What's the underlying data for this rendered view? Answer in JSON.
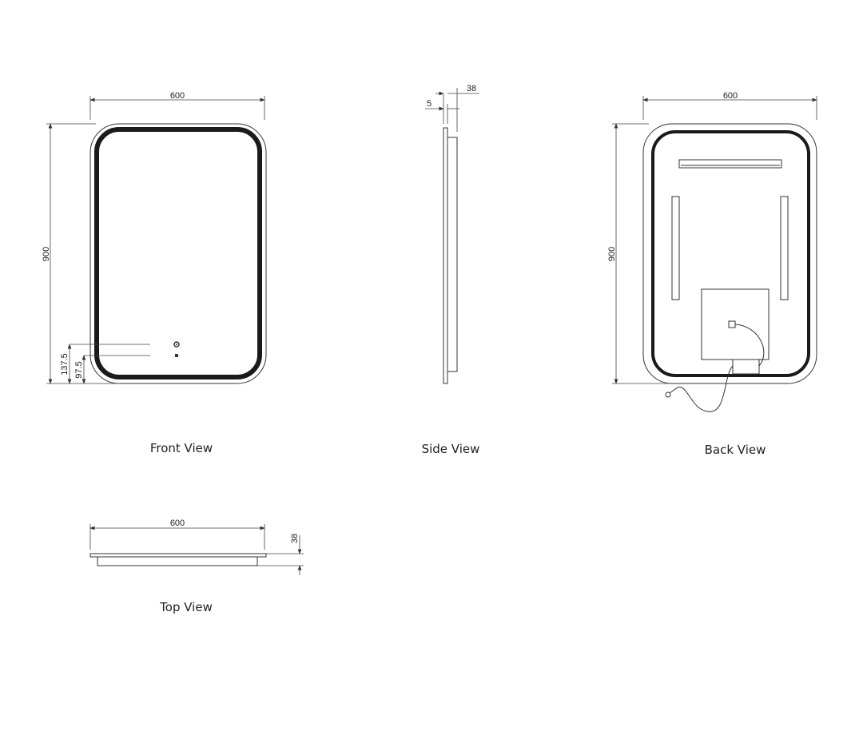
{
  "views": {
    "front": {
      "caption": "Front View",
      "width_label": "600",
      "height_label": "900",
      "dim_upper": "137.5",
      "dim_lower": "97.5"
    },
    "side": {
      "caption": "Side View",
      "dim_glass": "5",
      "dim_depth": "38"
    },
    "back": {
      "caption": "Back View",
      "width_label": "600",
      "height_label": "900"
    },
    "top": {
      "caption": "Top View",
      "width_label": "600",
      "depth_label": "38"
    }
  }
}
